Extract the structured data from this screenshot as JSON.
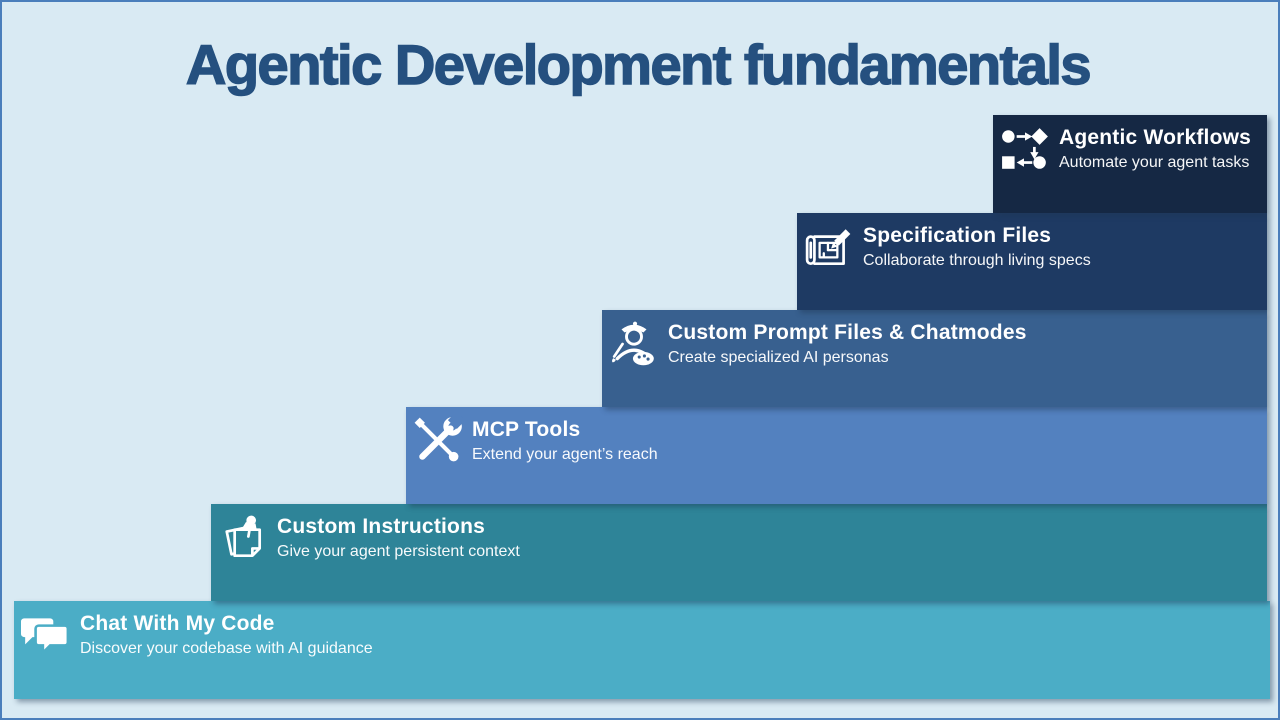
{
  "slide": {
    "title": "Agentic Development fundamentals",
    "title_color": "#25507f",
    "background_color": "#d9eaf3",
    "border_color": "#4a7ebb"
  },
  "steps": [
    {
      "title": "Chat With My Code",
      "subtitle": "Discover your codebase with AI guidance",
      "color": "#4badc6",
      "icon": "chat-bubbles-icon"
    },
    {
      "title": "Custom Instructions",
      "subtitle": "Give your agent persistent context",
      "color": "#2e8498",
      "icon": "sticky-notes-pin-icon"
    },
    {
      "title": "MCP Tools",
      "subtitle": "Extend your agent’s reach",
      "color": "#5381bf",
      "icon": "crossed-tools-icon"
    },
    {
      "title": "Custom Prompt Files & Chatmodes",
      "subtitle": "Create specialized AI personas",
      "color": "#38608f",
      "icon": "artist-persona-icon"
    },
    {
      "title": "Specification Files",
      "subtitle": "Collaborate through living specs",
      "color": "#1e3a63",
      "icon": "blueprint-pencil-icon"
    },
    {
      "title": "Agentic Workflows",
      "subtitle": "Automate your agent tasks",
      "color": "#152844",
      "icon": "workflow-diagram-icon"
    }
  ]
}
